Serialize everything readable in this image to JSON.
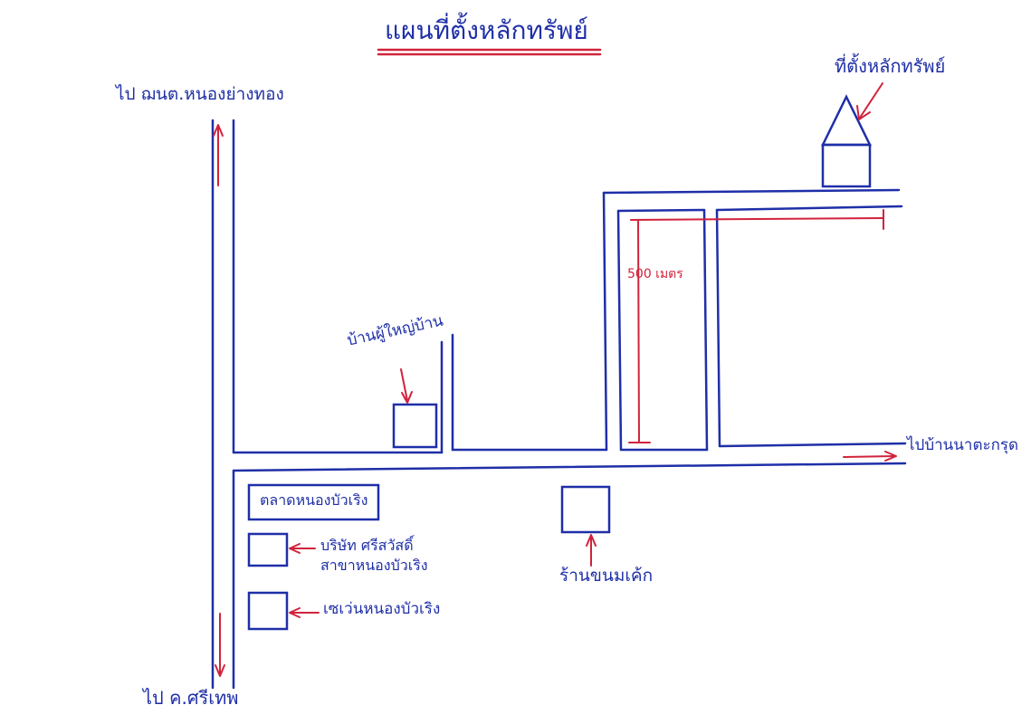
{
  "title": "แผนที่ตั้งหลักทรัพย์",
  "labels": {
    "to_north": "ไป ฌนต.หนองย่างทอง",
    "to_south": "ไป ค.ศรีเทพ",
    "to_east": "ไปบ้านนาตะกรุด",
    "property_location": "ที่ตั้งหลักทรัพย์",
    "village_chief_house": "บ้านผู้ใหญ่บ้าน",
    "market": "ตลาดหนองบัวเริง",
    "company_branch_line1": "บริษัท ศรีสวัสดิ์",
    "company_branch_line2": "สาขาหนองบัวเริง",
    "seven_eleven": "เซเว่นหนองบัวเริง",
    "pastry_shop": "ร้านขนมเค้ก",
    "distance": "500 เมตร"
  },
  "colors": {
    "road": "#1f2fa8",
    "annotation": "#d1233c",
    "background": "#ffffff"
  }
}
